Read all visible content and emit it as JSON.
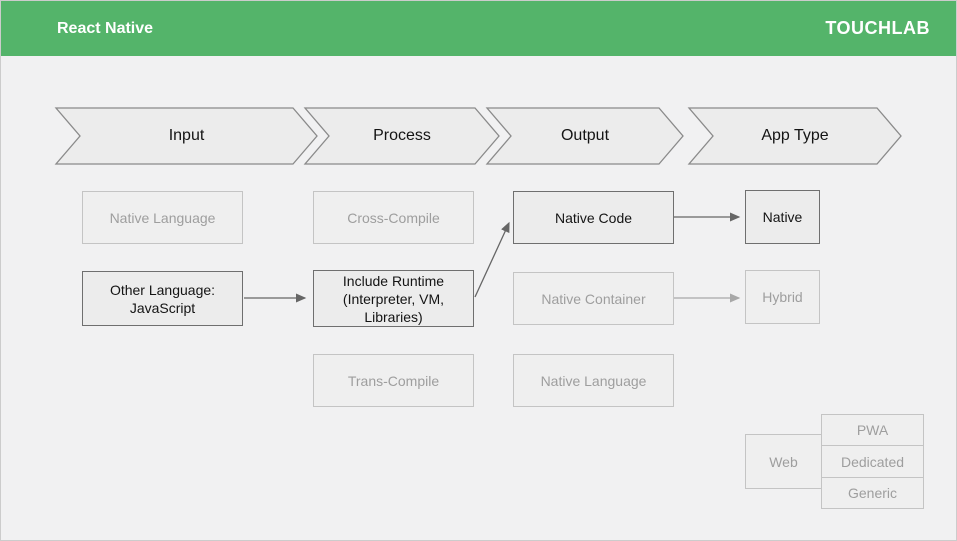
{
  "colors": {
    "header_bg": "#54b46a",
    "slide_bg": "#f1f1f2",
    "shape_fill": "#ececec",
    "shape_border": "#8a8a8a",
    "active_border": "#6f6f6f",
    "inactive_border": "#c4c4c4",
    "active_text": "#141414",
    "inactive_text": "#9e9e9e",
    "arrow_active": "#666666",
    "arrow_inactive": "#a8a8a8"
  },
  "header": {
    "title": "React Native",
    "logo": "TOUCHLAB"
  },
  "stages": [
    {
      "label": "Input"
    },
    {
      "label": "Process"
    },
    {
      "label": "Output"
    },
    {
      "label": "App Type"
    }
  ],
  "boxes": {
    "input": [
      {
        "label": "Native Language",
        "state": "inactive"
      },
      {
        "label": "Other Language:\nJavaScript",
        "state": "active"
      }
    ],
    "process": [
      {
        "label": "Cross-Compile",
        "state": "inactive"
      },
      {
        "label": "Include Runtime\n(Interpreter, VM,\nLibraries)",
        "state": "active"
      },
      {
        "label": "Trans-Compile",
        "state": "inactive"
      }
    ],
    "output": [
      {
        "label": "Native Code",
        "state": "active"
      },
      {
        "label": "Native Container",
        "state": "inactive"
      },
      {
        "label": "Native Language",
        "state": "inactive"
      }
    ],
    "app_type": [
      {
        "label": "Native",
        "state": "active"
      },
      {
        "label": "Hybrid",
        "state": "inactive"
      }
    ],
    "web_group": {
      "web": {
        "label": "Web",
        "state": "inactive"
      },
      "variants": [
        {
          "label": "PWA"
        },
        {
          "label": "Dedicated"
        },
        {
          "label": "Generic"
        }
      ]
    }
  },
  "connections": [
    {
      "from": "Other Language: JavaScript",
      "to": "Include Runtime (Interpreter, VM, Libraries)",
      "style": "active"
    },
    {
      "from": "Include Runtime (Interpreter, VM, Libraries)",
      "to": "Native Code",
      "style": "active"
    },
    {
      "from": "Native Code",
      "to": "Native",
      "style": "active"
    },
    {
      "from": "Native Container",
      "to": "Hybrid",
      "style": "inactive"
    }
  ]
}
